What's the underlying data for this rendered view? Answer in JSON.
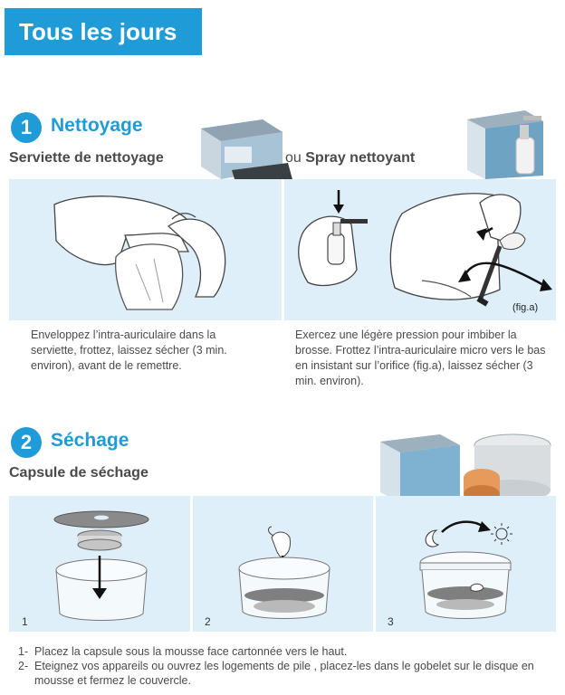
{
  "banner": {
    "title": "Tous les jours"
  },
  "section1": {
    "number": "1",
    "title": "Nettoyage",
    "left_subtitle": "Serviette de nettoyage",
    "right_prefix": "ou",
    "right_subtitle": "Spray nettoyant",
    "left_text": "Enveloppez l’intra-auriculaire dans la serviette, frottez, laissez sécher (3 min. environ), avant de le remettre.",
    "right_text": "Exercez une légère pression pour imbiber la brosse. Frottez l’intra-auriculaire micro vers le bas en insistant sur l’orifice (fig.a), laissez sécher (3 min. environ).",
    "fig_label": "(fig.a)"
  },
  "section2": {
    "number": "2",
    "title": "Séchage",
    "subtitle": "Capsule de séchage",
    "panel_numbers": [
      "1",
      "2",
      "3"
    ],
    "steps": [
      {
        "index": "1-",
        "text": "Placez la capsule sous la mousse face cartonnée vers le haut."
      },
      {
        "index": "2-",
        "text": "Eteignez vos appareils ou ouvrez les logements de pile , placez-les dans le gobelet sur le disque en mousse et fermez le couvercle."
      }
    ]
  },
  "colors": {
    "accent": "#1f9bd7",
    "panel": "#dfeff9",
    "text": "#4a4a4a"
  },
  "icons": [
    "moon-icon",
    "sun-icon",
    "down-arrow-icon",
    "curved-arrow-icon"
  ]
}
